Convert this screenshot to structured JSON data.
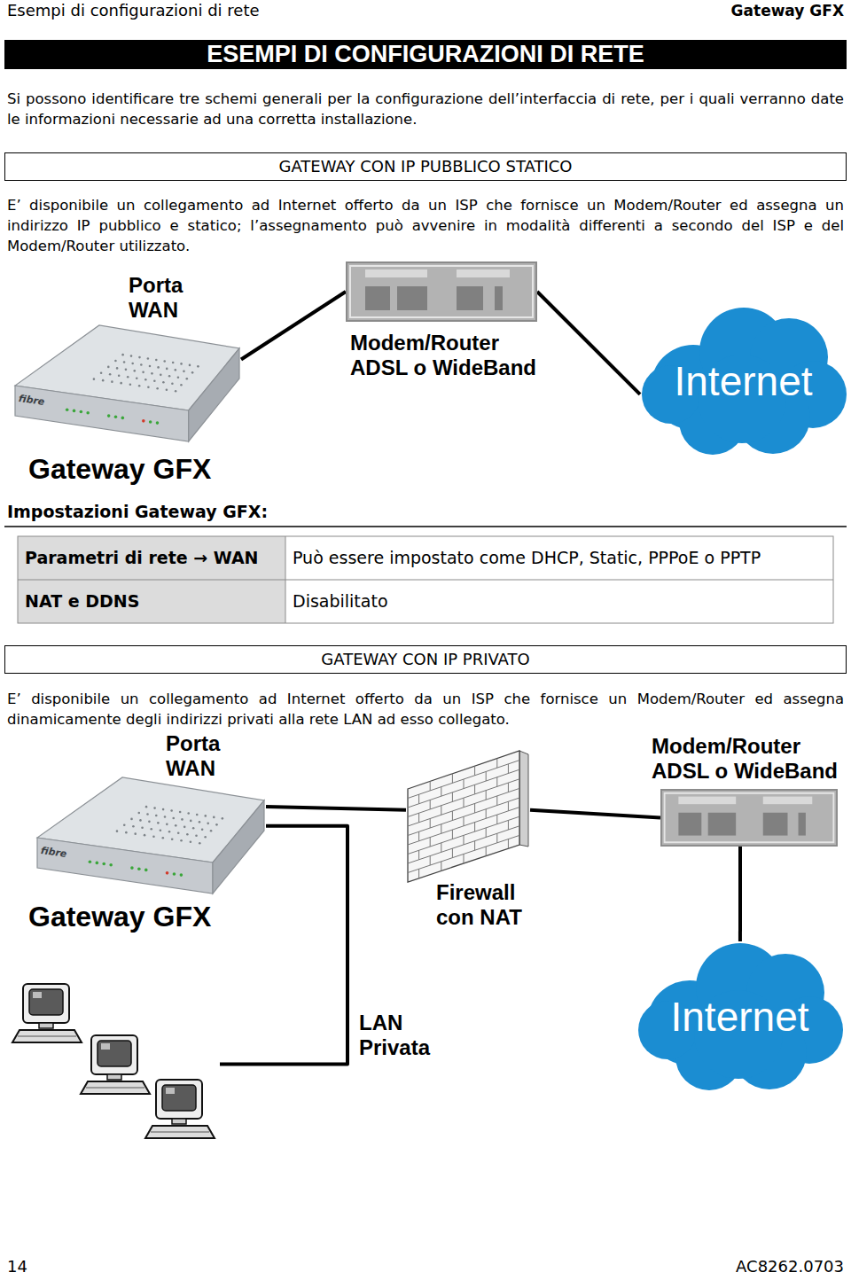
{
  "diagram": {
    "title": "ESEMPI DI CONFIGURAZIONI DI RETE",
    "nodes": [
      {
        "text": [
          "GATEWAY CON IP PUBBLICO STATICO"
        ]
      },
      {
        "text": [
          "Gateway GFX"
        ]
      },
      {
        "text": [
          "Modem/Router ADSL o WideBand"
        ]
      },
      {
        "text": [
          "Internet"
        ]
      },
      {
        "text": [
          "GATEWAY CON IP PRIVATO"
        ]
      },
      {
        "text": [
          "Gateway GFX"
        ]
      },
      {
        "text": [
          "Firewall con NAT"
        ]
      },
      {
        "text": [
          "Modem/Router ADSL o WideBand"
        ]
      },
      {
        "text": [
          "LAN Privata"
        ]
      },
      {
        "text": [
          "Internet"
        ]
      }
    ],
    "edges": [
      {
        "from": 1,
        "to": 2,
        "arrow": "none"
      },
      {
        "from": 2,
        "to": 3,
        "arrow": "none"
      },
      {
        "from": 5,
        "to": 6,
        "arrow": "none"
      },
      {
        "from": 6,
        "to": 7,
        "arrow": "none"
      },
      {
        "from": 7,
        "to": 9,
        "arrow": "none"
      },
      {
        "from": 5,
        "to": 8,
        "arrow": "none"
      }
    ],
    "labels": [
      "Esempi di configurazioni di rete",
      "Gateway GFX",
      "Si possono identificare tre schemi generali per la configurazione dell’interfaccia di rete, per i quali verranno date le informazioni necessarie ad una corretta installazione.",
      "E’ disponibile un collegamento ad Internet offerto da un ISP che fornisce un Modem/Router ed assegna un indirizzo IP pubblico e statico; l’assegnamento può avvenire in modalità differenti a secondo del ISP e del Modem/Router utilizzato.",
      "Porta WAN",
      "fibre",
      "Impostazioni Gateway GFX:",
      "Parametri di rete → WAN",
      "Può essere impostato come DHCP, Static, PPPoE o PPTP",
      "NAT e DDNS",
      "Disabilitato",
      "E’ disponibile un collegamento ad Internet offerto da un ISP che fornisce un Modem/Router ed assegna dinamicamente degli indirizzi privati alla rete LAN ad esso collegato.",
      "Porta WAN",
      "fibre",
      "14",
      "AC8262.0703"
    ]
  }
}
